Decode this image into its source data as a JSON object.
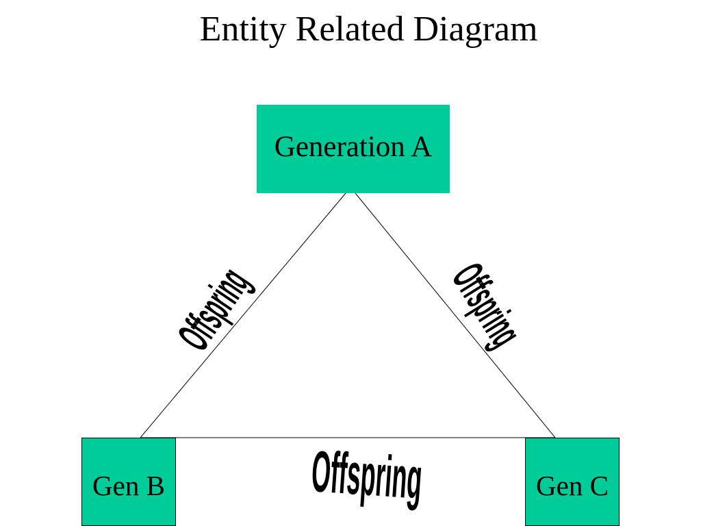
{
  "title": "Entity Related Diagram",
  "entities": {
    "a": {
      "label": "Generation A"
    },
    "b": {
      "label": "Gen B"
    },
    "c": {
      "label": "Gen C"
    }
  },
  "relationships": {
    "a_b": {
      "label": "Offspring"
    },
    "a_c": {
      "label": "Offspring"
    },
    "b_c": {
      "label": "Offspring"
    }
  },
  "colors": {
    "entity_fill": "#00cc99",
    "line": "#000000",
    "text": "#000000"
  }
}
